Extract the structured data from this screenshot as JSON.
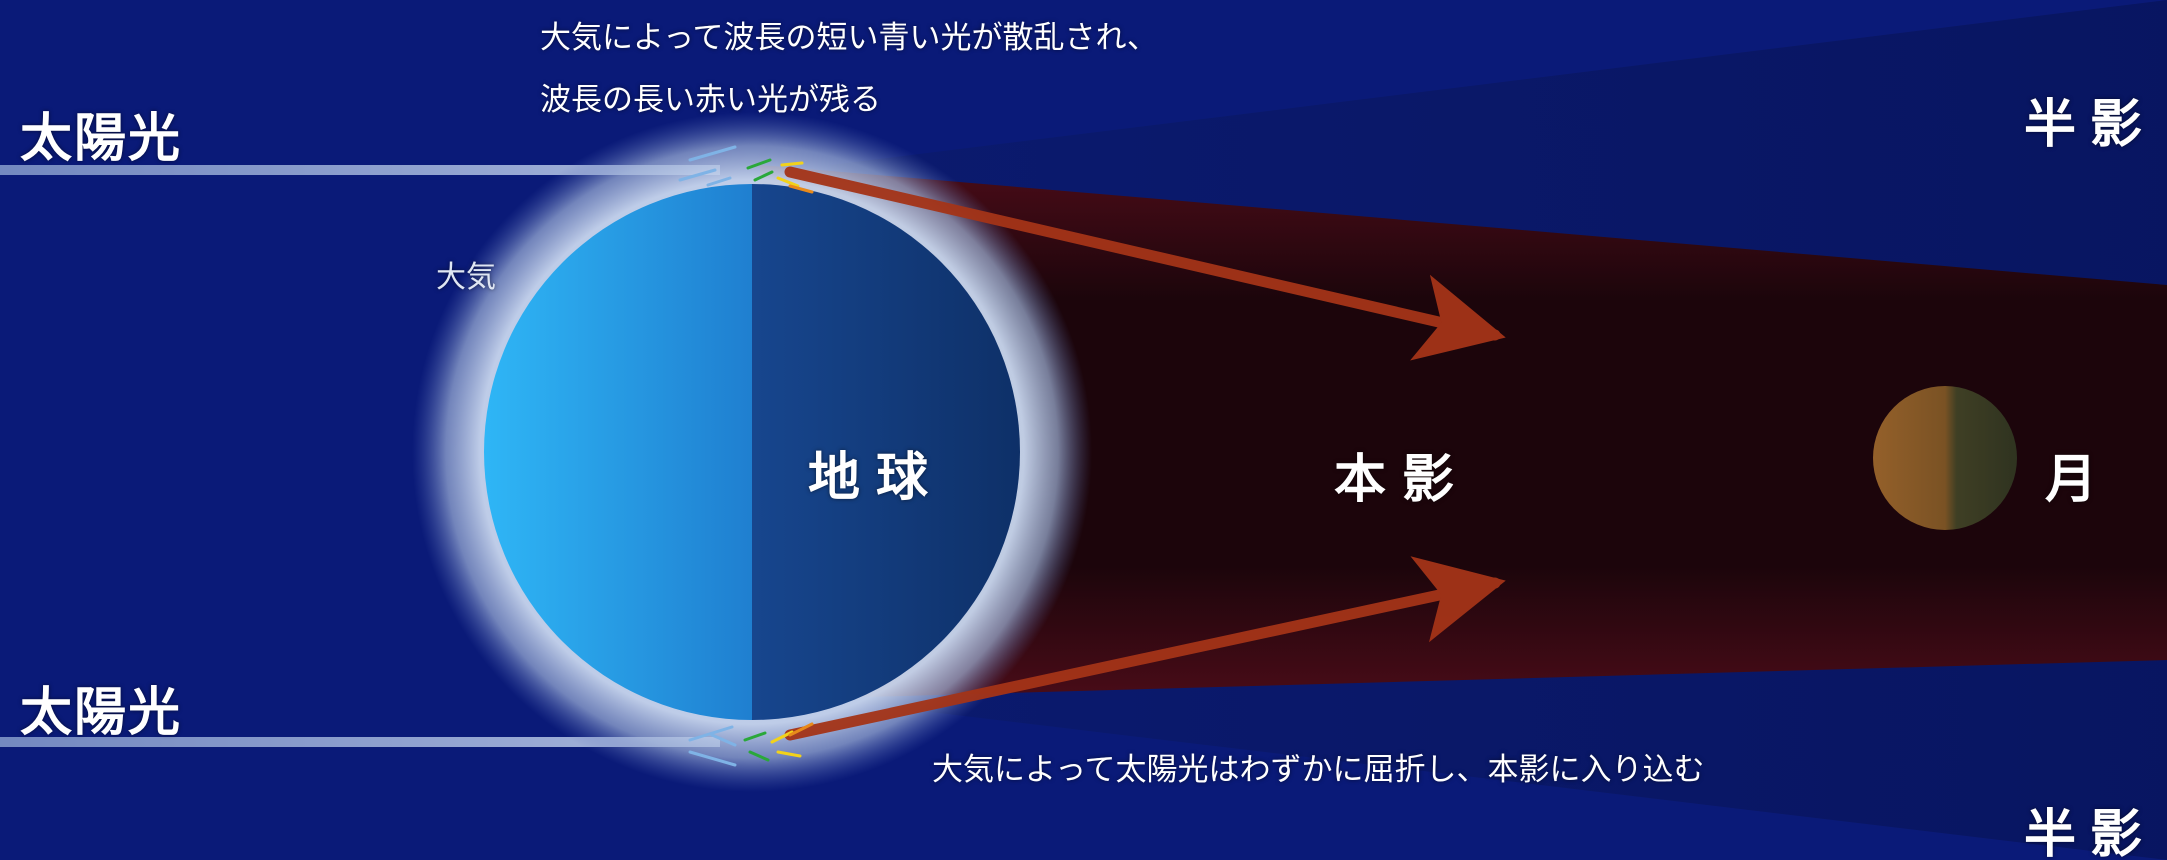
{
  "labels": {
    "sunlight_top": "太陽光",
    "sunlight_bottom": "太陽光",
    "penumbra_top": "半影",
    "penumbra_bottom": "半影",
    "atmosphere": "大気",
    "earth": "地球",
    "umbra": "本影",
    "moon": "月",
    "scatter_line1": "大気によって波長の短い青い光が散乱され、",
    "scatter_line2": "波長の長い赤い光が残る",
    "refraction_note": "大気によって太陽光はわずかに屈折し、本影に入り込む"
  },
  "colors": {
    "background": "#0a1a78",
    "penumbra": "#0a1a58",
    "umbra": "#1a050c",
    "earth_day": "#2aa9f0",
    "earth_night": "#103a78",
    "atmosphere_glow": "#b9c9e6",
    "refracted_red_light": "#a43418",
    "moon_lit": "#8a5a22",
    "moon_shadow": "#3a3a22",
    "scatter_blue": "#7fb3e6",
    "scatter_green": "#2aa83a",
    "scatter_yellow": "#f2d21a",
    "scatter_orange": "#e88a1a"
  },
  "icons": {
    "sunlight": "horizontal-light-ray",
    "refracted_light": "arrow",
    "scattered_light": "small-colored-arrows"
  }
}
